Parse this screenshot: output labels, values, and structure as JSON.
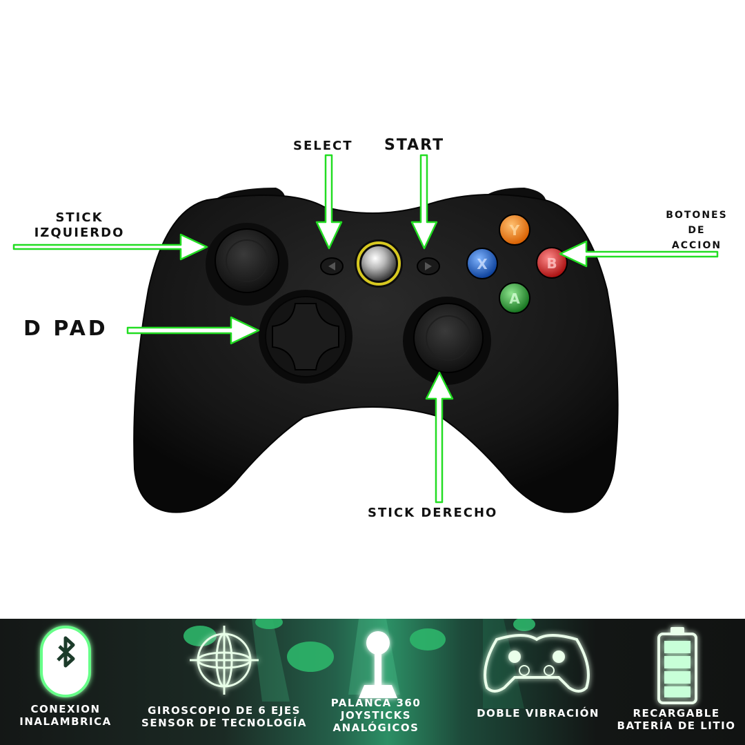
{
  "labels": {
    "select": "SELECT",
    "start": "START",
    "stick_izquierdo": [
      "STICK",
      "IZQUIERDO"
    ],
    "botones_de_accion": [
      "BOTONES",
      "DE",
      "ACCION"
    ],
    "d_pad": "D PAD",
    "stick_derecho": "STICK DERECHO"
  },
  "controller": {
    "face_buttons": {
      "y": "Y",
      "x": "X",
      "b": "B",
      "a": "A"
    },
    "colors": {
      "body": "#161616",
      "y": "#f07d10",
      "x": "#1a5fc0",
      "b": "#d42323",
      "a": "#2ea33a",
      "guide_ring": "#d7c820",
      "arrow": "#22dd22"
    }
  },
  "features": [
    {
      "icon": "bluetooth-icon",
      "lines": [
        "CONEXION",
        "INALAMBRICA"
      ]
    },
    {
      "icon": "gyroscope-icon",
      "lines": [
        "GIROSCOPIO DE 6 EJES",
        "SENSOR DE TECNOLOGÍA"
      ]
    },
    {
      "icon": "joystick-icon",
      "lines": [
        "PALANCA 360",
        "JOYSTICKS",
        "ANALÓGICOS"
      ]
    },
    {
      "icon": "gamepad-vibration-icon",
      "lines": [
        "DOBLE VIBRACIÓN"
      ]
    },
    {
      "icon": "battery-icon",
      "lines": [
        "RECARGABLE",
        "BATERÍA DE LITIO"
      ]
    }
  ]
}
